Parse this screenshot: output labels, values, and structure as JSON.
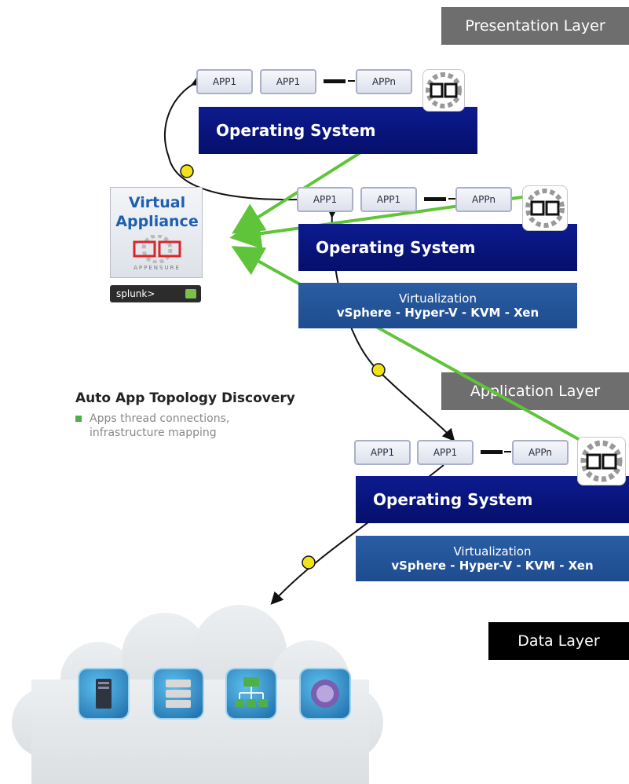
{
  "layers": {
    "presentation": "Presentation Layer",
    "application": "Application Layer",
    "data": "Data Layer"
  },
  "tiers": {
    "top": {
      "apps": [
        "APP1",
        "APP1",
        "APPn"
      ],
      "os": "Operating System"
    },
    "middle": {
      "apps": [
        "APP1",
        "APP1",
        "APPn"
      ],
      "os": "Operating System",
      "virt_line1": "Virtualization",
      "virt_line2": "vSphere - Hyper-V - KVM - Xen"
    },
    "bottom": {
      "apps": [
        "APP1",
        "APP1",
        "APPn"
      ],
      "os": "Operating System",
      "virt_line1": "Virtualization",
      "virt_line2": "vSphere - Hyper-V - KVM - Xen"
    }
  },
  "appliance": {
    "title_line1": "Virtual",
    "title_line2": "Appliance",
    "brand": "APPENSURE",
    "splunk": "splunk>"
  },
  "discovery": {
    "title": "Auto App Topology Discovery",
    "bullet_line1": "Apps thread connections,",
    "bullet_line2": "infrastructure mapping"
  },
  "colors": {
    "os_blue": "#0b1a8c",
    "virt_blue": "#2458a0",
    "green_arrow": "#5fc43a",
    "connector_dot": "#f2e21a",
    "layer_gray": "#6e6e6e"
  },
  "icons": [
    "gear-logo-icon",
    "server-icon",
    "database-icon",
    "network-icon",
    "services-icon",
    "cloud-icon"
  ]
}
